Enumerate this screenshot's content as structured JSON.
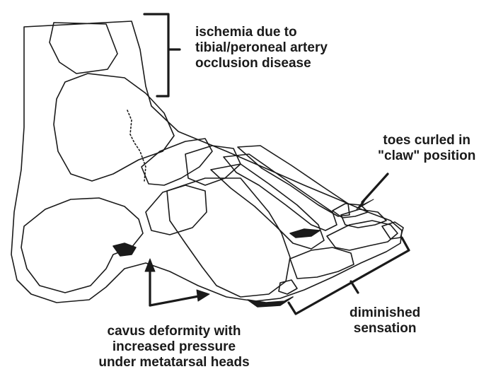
{
  "labels": {
    "ischemia": "ischemia due to\ntibial/peroneal artery\nocclusion disease",
    "toes": "toes curled in\n\"claw\" position",
    "sensation": "diminished\nsensation",
    "cavus": "cavus deformity with\nincreased pressure\nunder metatarsal heads"
  },
  "colors": {
    "ink": "#1a1a1a",
    "background": "#ffffff"
  }
}
